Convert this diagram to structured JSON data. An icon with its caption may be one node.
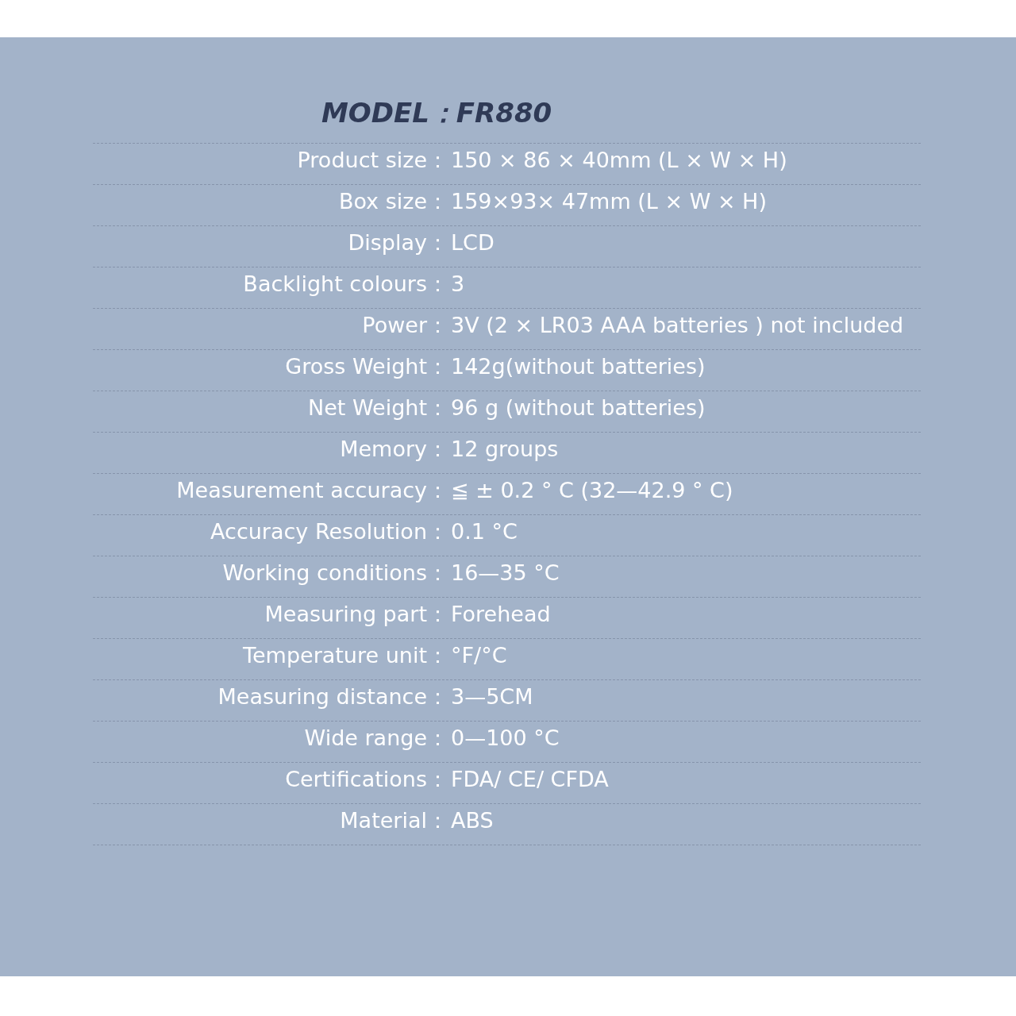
{
  "diagram": {
    "title": "MODEL：FR880",
    "labels": [
      "Product size：",
      "150 × 86 × 40mm (L × W × H)",
      "Box size：",
      "159×93× 47mm (L × W × H)",
      "Display：",
      "LCD",
      "Backlight colours：",
      "3",
      "Power：",
      "3V (2 × LR03 AAA batteries ) not included",
      "Gross Weight：",
      "142g(without batteries)",
      "Net Weight：",
      "96 g (without batteries)",
      "Memory：",
      "12 groups",
      "Measurement accuracy：",
      "≦ ± 0.2 ° C (32—42.9 ° C)",
      "Accuracy Resolution：",
      "0.1 °C",
      "Working conditions：",
      "16—35 °C",
      "Measuring part：",
      "Forehead",
      "Temperature unit：",
      "°F/°C",
      "Measuring distance：",
      "3—5CM",
      "Wide range：",
      "0—100 °C",
      "Certifications：",
      "FDA/ CE/ CFDA",
      "Material：",
      "ABS"
    ]
  }
}
